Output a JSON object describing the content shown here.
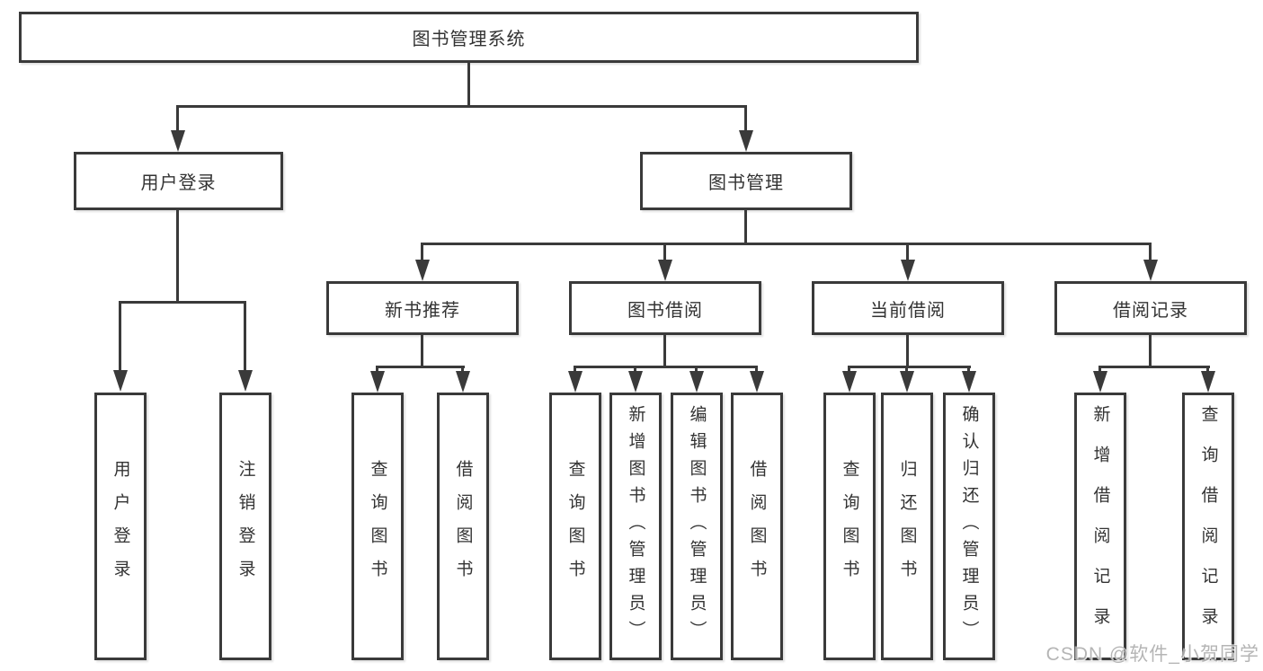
{
  "diagram": {
    "title": "图书管理系统",
    "root": {
      "label": "图书管理系统"
    },
    "level2": [
      {
        "label": "用户登录"
      },
      {
        "label": "图书管理"
      }
    ],
    "level3": [
      {
        "label": "新书推荐"
      },
      {
        "label": "图书借阅"
      },
      {
        "label": "当前借阅"
      },
      {
        "label": "借阅记录"
      }
    ],
    "leaves": [
      {
        "label": "用户登录",
        "parent": "用户登录"
      },
      {
        "label": "注销登录",
        "parent": "用户登录"
      },
      {
        "label": "查询图书",
        "parent": "新书推荐"
      },
      {
        "label": "借阅图书",
        "parent": "新书推荐"
      },
      {
        "label": "查询图书",
        "parent": "图书借阅"
      },
      {
        "label": "新增图书（管理员）",
        "parent": "图书借阅"
      },
      {
        "label": "编辑图书（管理员）",
        "parent": "图书借阅"
      },
      {
        "label": "借阅图书",
        "parent": "图书借阅"
      },
      {
        "label": "查询图书",
        "parent": "当前借阅"
      },
      {
        "label": "归还图书",
        "parent": "当前借阅"
      },
      {
        "label": "确认归还（管理员）",
        "parent": "当前借阅"
      },
      {
        "label": "新增借阅记录",
        "parent": "借阅记录"
      },
      {
        "label": "查询借阅记录",
        "parent": "借阅记录"
      }
    ]
  },
  "watermark": {
    "text": "CSDN @软件_小贺同学"
  },
  "colors": {
    "line": "#3a3a3a",
    "text": "#333333",
    "background": "#ffffff",
    "watermark": "#adadad"
  }
}
